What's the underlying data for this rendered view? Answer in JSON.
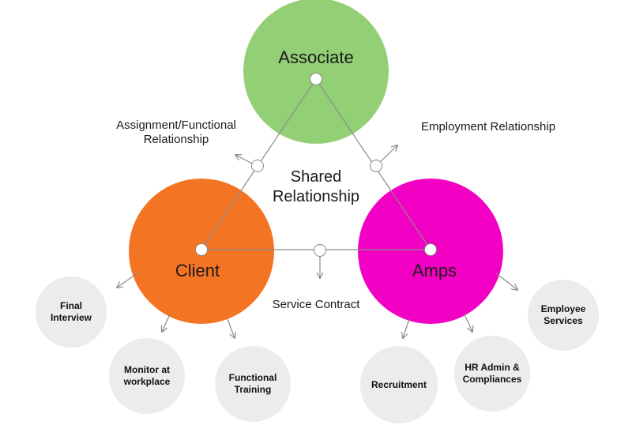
{
  "nodes": {
    "associate": {
      "label": "Associate",
      "color": "#93cf75"
    },
    "client": {
      "label": "Client",
      "color": "#f37423"
    },
    "amps": {
      "label": "Amps",
      "color": "#f200c4"
    }
  },
  "relationships": {
    "assignment": "Assignment/Functional Relationship",
    "employment": "Employment Relationship",
    "shared": "Shared Relationship",
    "service": "Service Contract"
  },
  "client_services": [
    "Final Interview",
    "Monitor at workplace",
    "Functional Training"
  ],
  "amps_services": [
    "Recruitment",
    "HR Admin & Compliances",
    "Employee Services"
  ],
  "colors": {
    "sub_fill": "#ececec",
    "connector": "#9a9a9a"
  }
}
